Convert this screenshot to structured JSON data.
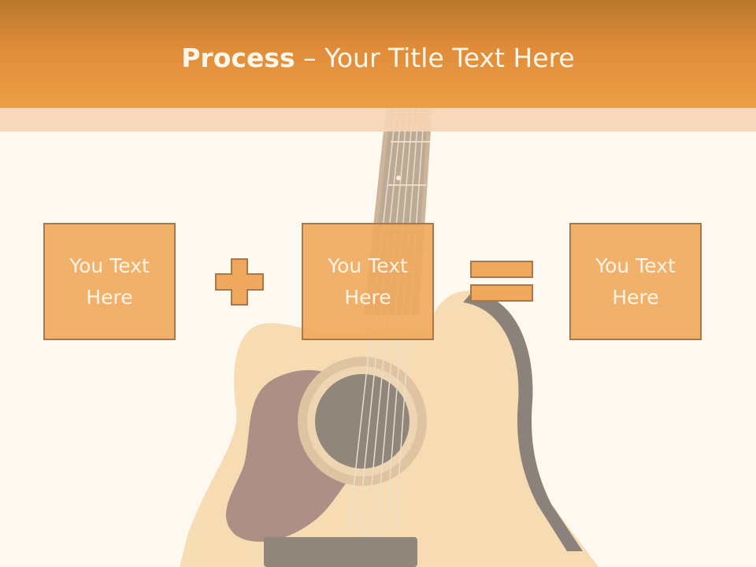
{
  "slide": {
    "title_strong": "Process",
    "title_rest": " – Your Title Text Here",
    "boxes": [
      {
        "text": "You Text Here"
      },
      {
        "text": "You Text Here"
      },
      {
        "text": "You Text Here"
      }
    ],
    "operators": [
      "plus-icon",
      "equals-icon"
    ]
  },
  "colors": {
    "header": "#e08c3a",
    "band": "#f7d5b5",
    "background": "#fdf9f1",
    "box_fill": "#f0a85c",
    "box_border": "#a8774a"
  }
}
